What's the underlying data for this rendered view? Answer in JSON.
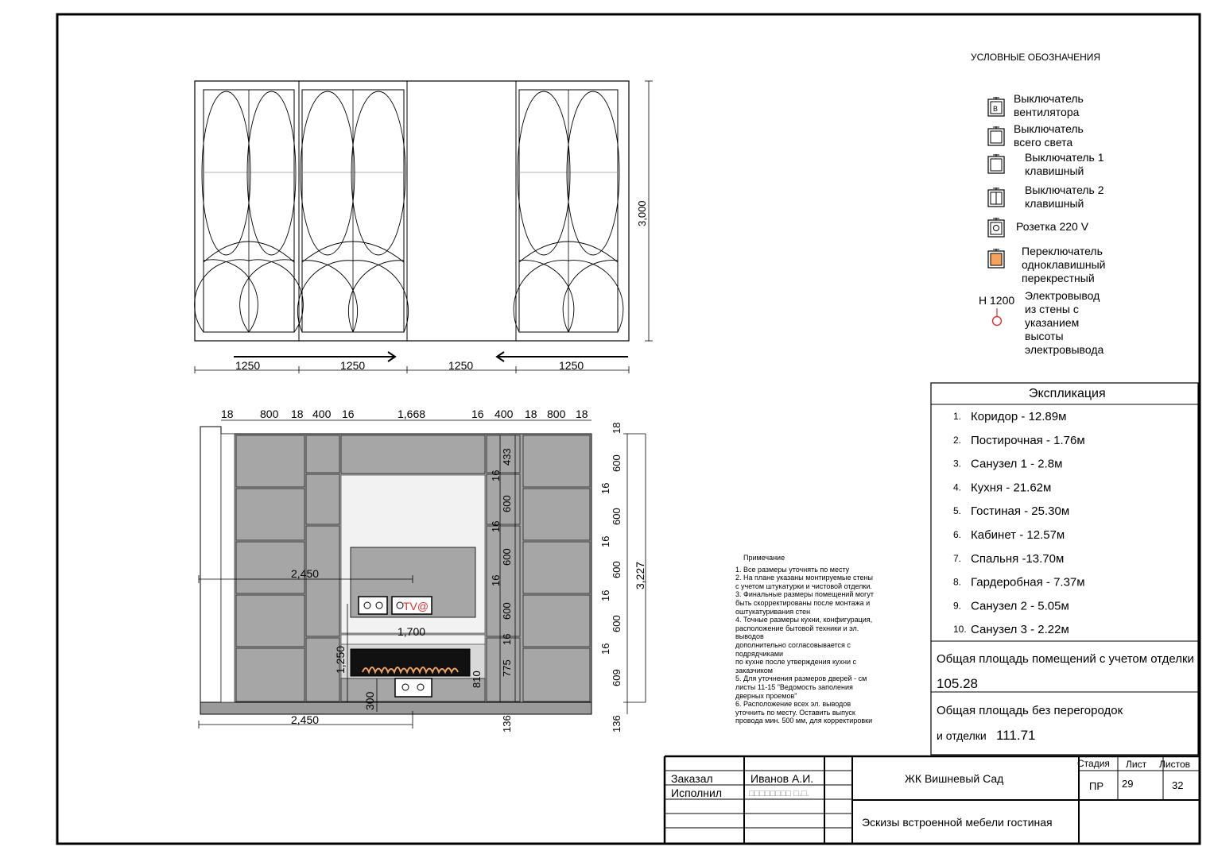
{
  "legend": {
    "title": "УСЛОВНЫЕ ОБОЗНАЧЕНИЯ",
    "items": [
      {
        "icon": "fan-switch-icon",
        "glyph": "В",
        "lines": [
          "Выключатель",
          "вентилятора"
        ]
      },
      {
        "icon": "master-switch-icon",
        "lines": [
          "Выключатель",
          "всего света"
        ]
      },
      {
        "icon": "single-key-switch-icon",
        "lines": [
          "Выключатель 1",
          "клавишный"
        ]
      },
      {
        "icon": "double-key-switch-icon",
        "lines": [
          "Выключатель 2",
          "клавишный"
        ]
      },
      {
        "icon": "socket-220v-icon",
        "lines": [
          "Розетка 220 V"
        ]
      },
      {
        "icon": "cross-switch-icon",
        "color": "#f4a25e",
        "lines": [
          "Переключатель",
          "одноклавишный",
          "перекрестный"
        ]
      },
      {
        "icon": "wall-outlet-icon",
        "color": "#e03030",
        "prefix": "Н 1200",
        "lines": [
          "Электровывод",
          "из стены с",
          "указанием",
          "высоты",
          "электровывода"
        ]
      }
    ]
  },
  "wardrobe": {
    "height_label": "3,000",
    "widths": [
      "1250",
      "1250",
      "1250",
      "1250"
    ]
  },
  "tv_wall": {
    "top_dims": [
      "18",
      "800",
      "18",
      "400",
      "16",
      "1,668",
      "16",
      "400",
      "18",
      "800",
      "18"
    ],
    "right_dims_inner": [
      "433",
      "16",
      "600",
      "16",
      "600",
      "16",
      "600",
      "16",
      "775",
      "810"
    ],
    "right_dims_outer": [
      "18",
      "600",
      "16",
      "600",
      "16",
      "600",
      "16",
      "600",
      "16",
      "609",
      "136"
    ],
    "height_total": "3,227",
    "left_dim": "2,450",
    "bottom_dim": "2,450",
    "tv_width": "1,700",
    "fireplace_height": "1,250",
    "socket_height": "300",
    "base_dim": "136",
    "tv_label": "TV@"
  },
  "notes": {
    "title": "Примечание",
    "lines": [
      "1. Все размеры уточнять по месту",
      "2. На плане указаны монтируемые стены",
      "с учетом штукатурки и чистовой отделки.",
      "3. Финальные размеры помещений могут",
      "быть скорректированы после монтажа и",
      "оштукатуривания стен",
      "4. Точные размеры кухни, конфигурация,",
      "расположение бытовой техники и эл.",
      "выводов",
      "дополнительно согласовывается с",
      "подрядчиками",
      "по кухне после утверждения кухни с",
      "заказчиком",
      "5. Для уточнения размеров дверей - см",
      "листы 11-15 \"Ведомость заполения",
      "дверных проемов\"",
      "6. Расположение всех эл. выводов",
      "уточнить по месту. Оставить выпуск",
      "провода мин. 500 мм, для корректировки"
    ]
  },
  "explication": {
    "title": "Экспликация",
    "rooms": [
      {
        "num": "1.",
        "name": "Коридор -  12.89м"
      },
      {
        "num": "2.",
        "name": " Постирочная - 1.76м"
      },
      {
        "num": "3.",
        "name": "Санузел 1 - 2.8м"
      },
      {
        "num": "4.",
        "name": "Кухня - 21.62м"
      },
      {
        "num": "5.",
        "name": "Гостиная - 25.30м"
      },
      {
        "num": "6.",
        "name": "Кабинет - 12.57м"
      },
      {
        "num": "7.",
        "name": "Спальня -13.70м"
      },
      {
        "num": "8.",
        "name": "Гардеробная - 7.37м"
      },
      {
        "num": "9.",
        "name": "Санузел 2 - 5.05м"
      },
      {
        "num": "10.",
        "name": "Санузел 3 - 2.22м"
      }
    ],
    "total_finish_label": "Общая площадь помещений с учетом отделки",
    "total_finish_value": "105.28",
    "total_raw_label1": "Общая площадь без перегородок",
    "total_raw_label2": "и отделки",
    "total_raw_value": "111.71"
  },
  "title_block": {
    "ordered_label": "Заказал",
    "ordered_name": "Иванов А.И.",
    "executed_label": "Исполнил",
    "executed_name": "□□□□□□□□ □.□.",
    "project": "ЖК Вишневый Сад",
    "sheet_title": "Эскизы встроенной мебели гостиная",
    "stage_label": "Стадия",
    "sheet_label": "Лист",
    "sheets_label": "Листов",
    "stage": "ПР",
    "sheet": "29",
    "sheets": "32"
  }
}
